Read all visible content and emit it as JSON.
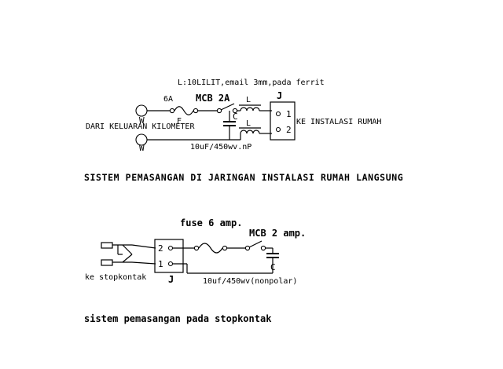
{
  "diagram1": {
    "top_note": "L:10LILIT,email 3mm,pada ferrit",
    "fuse_rating": "6A",
    "fuse_label": "F",
    "mcb_label": "MCB 2A",
    "inductor_label_top": "L",
    "inductor_label_bottom": "L",
    "capacitor_label": "C",
    "connector_label": "J",
    "pin1": "1",
    "pin2": "2",
    "terminal_top": "W",
    "terminal_bottom": "W",
    "source_label": "DARI KELUARAN KILOMETER",
    "dest_label": "KE  INSTALASI RUMAH",
    "capacitor_value": "10uF/450wv.nP",
    "title": "SISTEM PEMASANGAN DI JARINGAN INSTALASI RUMAH  LANGSUNG"
  },
  "diagram2": {
    "fuse_label": "fuse 6 amp.",
    "mcb_label": "MCB 2 amp.",
    "capacitor_label": "C",
    "connector_label": "J",
    "pin2": "2",
    "pin1": "1",
    "plug_label": "ke stopkontak",
    "capacitor_value": "10uf/450wv(nonpolar)",
    "title": "sistem pemasangan pada stopkontak"
  }
}
